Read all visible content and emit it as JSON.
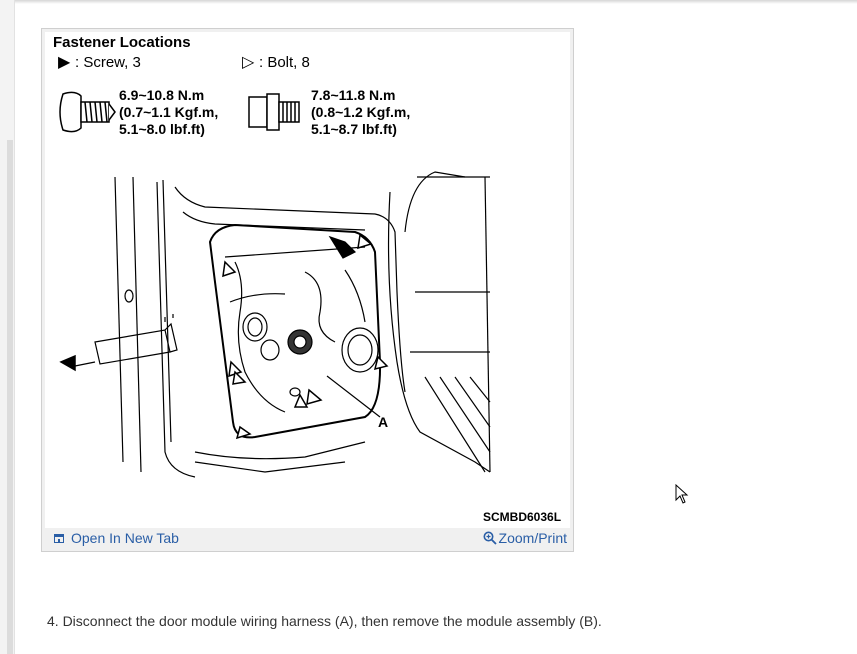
{
  "figure": {
    "title": "Fastener Locations",
    "legend": {
      "screw": {
        "symbol": "▶",
        "label": ": Screw, 3",
        "torque_line1": "6.9~10.8 N.m",
        "torque_line2": "(0.7~1.1 Kgf.m,",
        "torque_line3": "5.1~8.0 lbf.ft)"
      },
      "bolt": {
        "symbol": "▷",
        "label": ": Bolt, 8",
        "torque_line1": "7.8~11.8 N.m",
        "torque_line2": "(0.8~1.2 Kgf.m,",
        "torque_line3": "5.1~8.7 lbf.ft)"
      }
    },
    "callout_a": "A",
    "figure_code": "SCMBD6036L"
  },
  "links": {
    "open_new_tab": "Open In New Tab",
    "zoom_print": "Zoom/Print"
  },
  "step_text": "4. Disconnect the door module wiring harness (A), then remove the module assembly (B).",
  "colors": {
    "link": "#2a5ea6",
    "text": "#333333",
    "frame": "#cfcfcf"
  }
}
